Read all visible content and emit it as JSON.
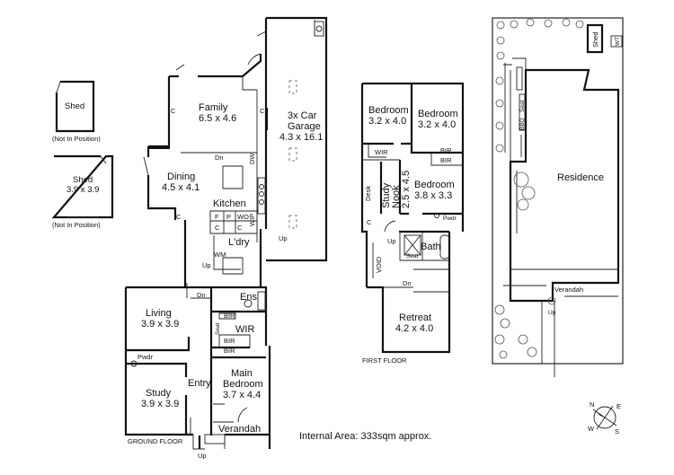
{
  "ground_floor": {
    "label": "GROUND FLOOR",
    "rooms": {
      "family": {
        "name": "Family",
        "dims": "6.5 x 4.6"
      },
      "garage": {
        "name": "3x Car",
        "name2": "Garage",
        "dims": "4.3 x 16.1"
      },
      "dining": {
        "name": "Dining",
        "dims": "4.5 x 4.1"
      },
      "kitchen": {
        "name": "Kitchen"
      },
      "laundry": {
        "name": "L'dry"
      },
      "living": {
        "name": "Living",
        "dims": "3.9 x 3.9"
      },
      "ensuite": {
        "name": "Ens"
      },
      "wir": {
        "name": "WIR"
      },
      "main_bedroom": {
        "name": "Main",
        "name2": "Bedroom",
        "dims": "3.7 x 4.4"
      },
      "study": {
        "name": "Study",
        "dims": "3.9 x 3.9"
      },
      "entry": {
        "name": "Entry"
      },
      "verandah": {
        "name": "Verandah"
      },
      "powder": {
        "name": "Pwdr"
      }
    },
    "small_labels": {
      "c": "C",
      "dn": "Dn",
      "dw": "DW",
      "f": "F",
      "p": "P",
      "wo": "WO",
      "wip": "WIP",
      "wm": "WM",
      "up": "Up",
      "bir": "BIR",
      "seat": "Seat"
    }
  },
  "sheds": [
    {
      "name": "Shed",
      "note": "(Not In Position)"
    },
    {
      "name": "Shed",
      "dims": "3.9 x 3.9",
      "note": "(Not In Position)"
    }
  ],
  "first_floor": {
    "label": "FIRST FLOOR",
    "rooms": {
      "bedroom1": {
        "name": "Bedroom",
        "dims": "3.2 x 4.0"
      },
      "bedroom2": {
        "name": "Bedroom",
        "dims": "3.2 x 4.0"
      },
      "bedroom3": {
        "name": "Bedroom",
        "dims": "3.8 x 3.3"
      },
      "study_nook": {
        "name": "Study",
        "name2": "Nook",
        "dims": "2.5 x 4.5"
      },
      "bath": {
        "name": "Bath"
      },
      "retreat": {
        "name": "Retreat",
        "dims": "4.2 x 4.0"
      }
    },
    "small_labels": {
      "wir": "WIR",
      "bir": "BIR",
      "desk": "Desk",
      "c": "C",
      "pwdr": "Pwdr",
      "void": "VOID",
      "up": "Up",
      "dn": "Dn",
      "seat": "Seat"
    }
  },
  "site": {
    "residence": "Residence",
    "shed": "Shed",
    "wt": "WT",
    "verandah": "Verandah",
    "up": "Up",
    "seat": "Seat",
    "bbq": "BBQ"
  },
  "internal_area": "Internal Area: 333sqm approx.",
  "compass": {
    "n": "N",
    "e": "E",
    "s": "S",
    "w": "W"
  }
}
